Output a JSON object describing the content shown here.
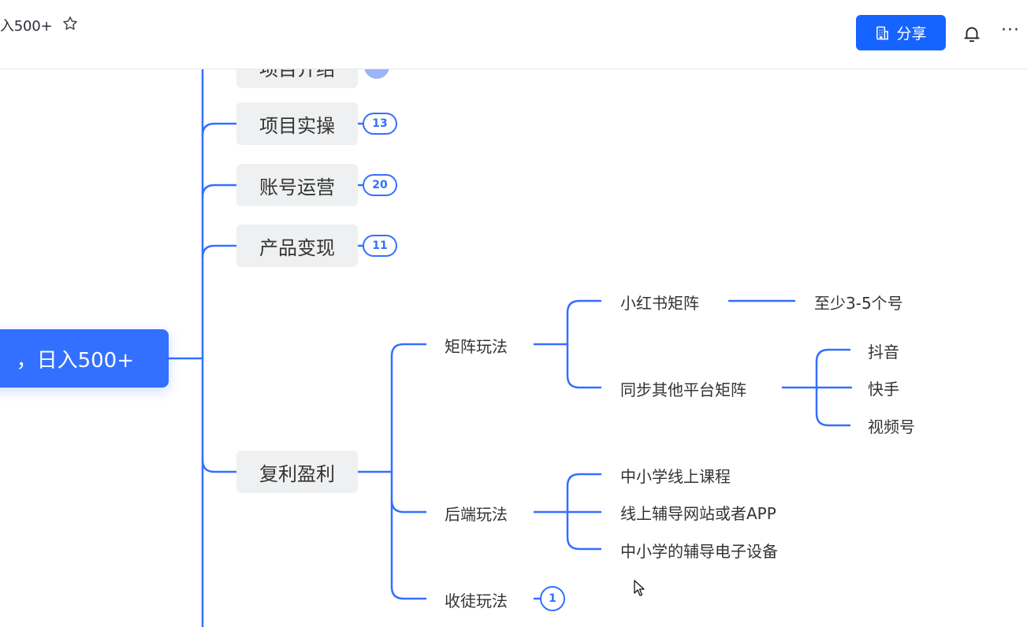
{
  "header": {
    "title": "入500+",
    "share_label": "分享",
    "icons": [
      "star-icon",
      "building-icon",
      "bell-icon",
      "more-icon"
    ],
    "more_label": "···"
  },
  "mindmap": {
    "accent_color": "#3370ff",
    "root": {
      "label": "，日入500+"
    },
    "topics": [
      {
        "label": "项目介绍",
        "badge": ""
      },
      {
        "label": "项目实操",
        "badge": "13"
      },
      {
        "label": "账号运营",
        "badge": "20"
      },
      {
        "label": "产品变现",
        "badge": "11"
      },
      {
        "label": "复利盈利",
        "badge": ""
      }
    ],
    "compound": {
      "matrix": {
        "label": "矩阵玩法",
        "xhs": {
          "label": "小红书矩阵",
          "child": "至少3-5个号"
        },
        "sync": {
          "label": "同步其他平台矩阵",
          "children": [
            "抖音",
            "快手",
            "视频号"
          ]
        }
      },
      "backend": {
        "label": "后端玩法",
        "children": [
          "中小学线上课程",
          "线上辅导网站或者APP",
          "中小学的辅导电子设备"
        ]
      },
      "apprentice": {
        "label": "收徒玩法",
        "badge": "1"
      }
    }
  }
}
